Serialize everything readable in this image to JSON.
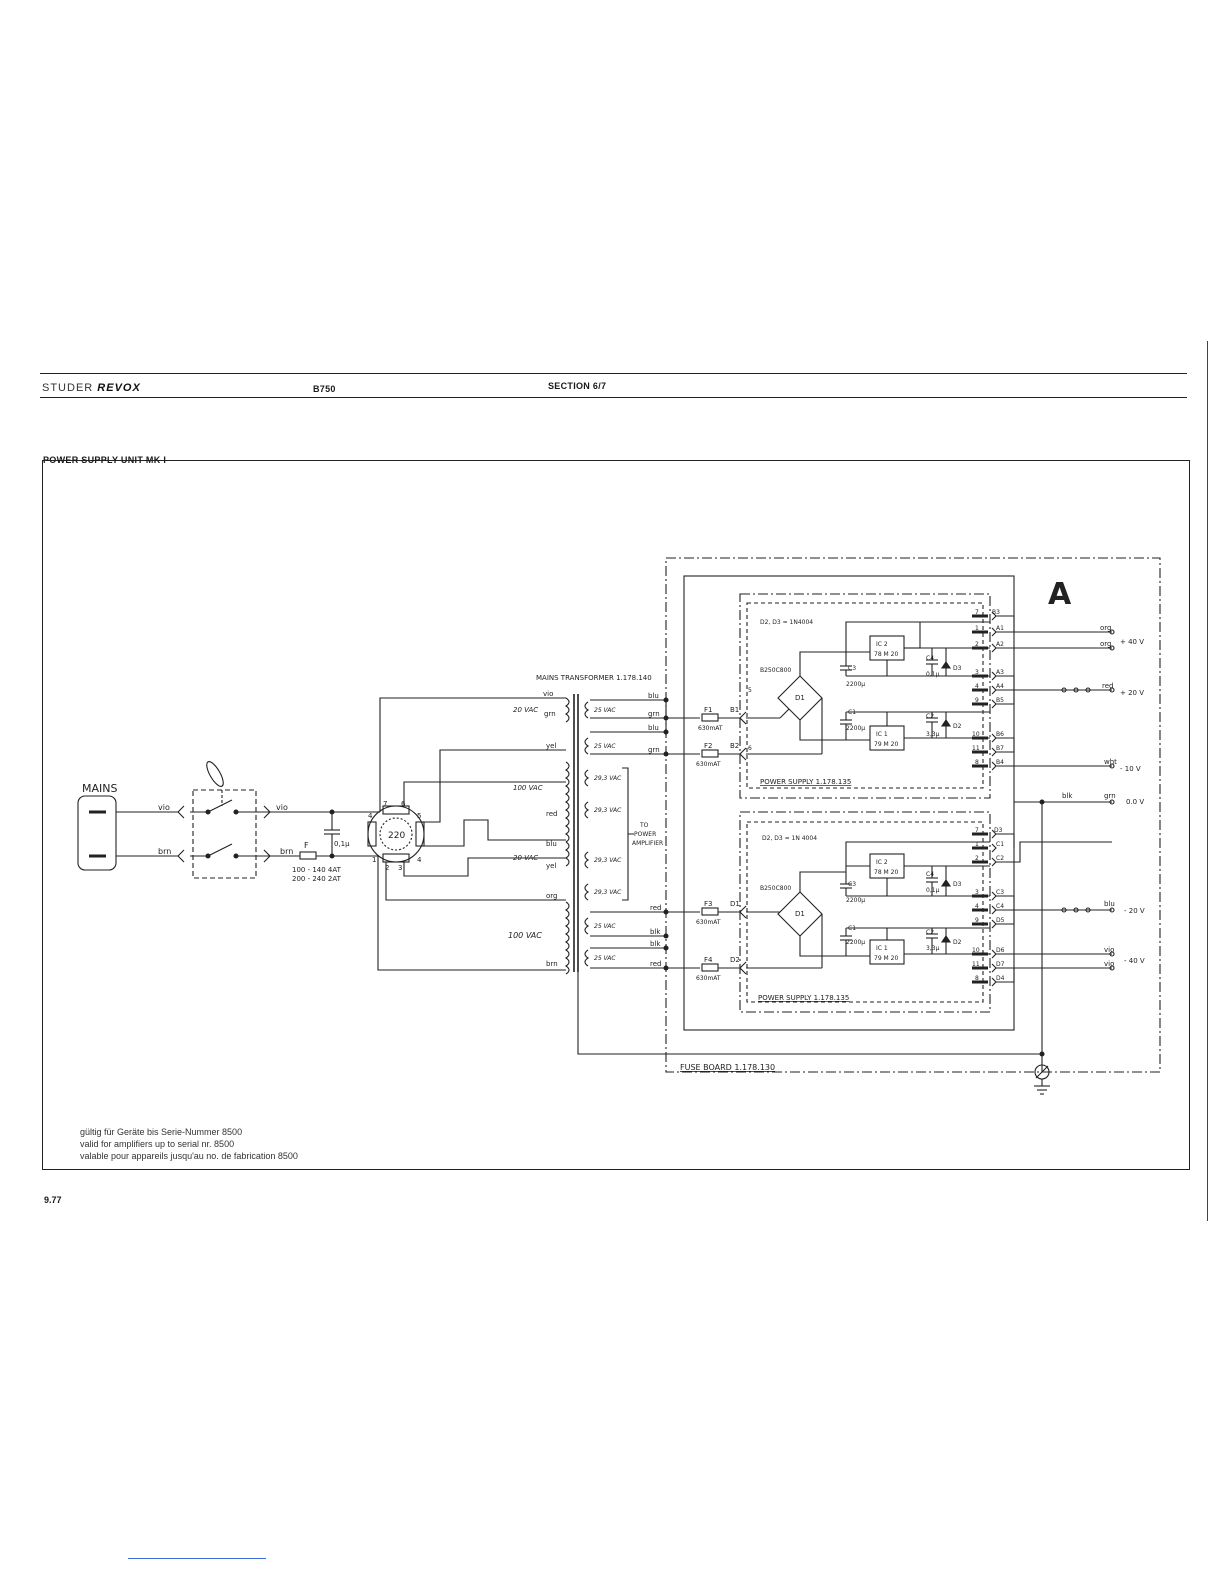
{
  "header": {
    "brand_studer": "STUDER",
    "brand_revox": "REVOX",
    "model": "B750",
    "section": "SECTION 6/7"
  },
  "figure_title": "POWER SUPPLY UNIT MK I",
  "page_number": "9.77",
  "validity_note": [
    "gültig für Geräte bis Serie-Nummer 8500",
    "valid for amplifiers up to serial nr. 8500",
    "valable pour appareils jusqu'au no. de fabrication 8500"
  ],
  "schematic": {
    "board_letter": "A",
    "mains_label": "MAINS",
    "wire": {
      "vio": "vio",
      "brn": "brn",
      "grn": "grn",
      "blu": "blu",
      "yel": "yel",
      "red": "red",
      "org": "org",
      "blk": "blk",
      "wht": "wht"
    },
    "fuse_label": "F",
    "fuse_rating_1": "100 - 140   4AT",
    "fuse_rating_2": "200 - 240   2AT",
    "cap_mains": "0,1µ",
    "voltage_selector": "220",
    "selector_pins": [
      "7",
      "6",
      "4",
      "5",
      "1",
      "2",
      "3",
      "4"
    ],
    "transformer_label": "MAINS TRANSFORMER 1.178.140",
    "primary_windings": [
      "20 VAC",
      "100 VAC",
      "20 VAC",
      "100 VAC"
    ],
    "secondary_windings": [
      "25 VAC",
      "25 VAC",
      "29,3 VAC",
      "29,3 VAC",
      "29,3 VAC",
      "29,3 VAC",
      "25 VAC",
      "25 VAC"
    ],
    "to_power_amplifier": [
      "TO",
      "POWER",
      "AMPLIFIER"
    ],
    "fuses": [
      {
        "name": "F1",
        "rating": "630mAT",
        "out": "B1"
      },
      {
        "name": "F2",
        "rating": "630mAT",
        "out": "B2"
      },
      {
        "name": "F3",
        "rating": "630mAT",
        "out": "D1"
      },
      {
        "name": "F4",
        "rating": "630mAT",
        "out": "D2"
      }
    ],
    "fuse_board_label": "FUSE BOARD 1.178.130",
    "upper_supply": {
      "diodes_note": "D2, D3 = 1N4004",
      "bridge": "B250C800",
      "bridge_name": "D1",
      "c3": "C3",
      "c3_value": "2200µ",
      "c1": "C1",
      "c1_value": "2200µ",
      "c4": "C4",
      "c4_value": "0,1µ",
      "c2": "C2",
      "c2_value": "3,3µ",
      "d3": "D3",
      "d2": "D2",
      "ic2": [
        "IC 2",
        "78 M 20"
      ],
      "ic1": [
        "IC 1",
        "79 M 20"
      ],
      "label": "POWER SUPPLY 1.178.135",
      "input_pins": [
        "5",
        "6"
      ],
      "terminals": [
        {
          "pin": "7",
          "conn": "B3"
        },
        {
          "pin": "1",
          "conn": "A1"
        },
        {
          "pin": "2",
          "conn": "A2"
        },
        {
          "pin": "3",
          "conn": "A3"
        },
        {
          "pin": "4",
          "conn": "A4"
        },
        {
          "pin": "9",
          "conn": "B5"
        },
        {
          "pin": "10",
          "conn": "B6"
        },
        {
          "pin": "11",
          "conn": "B7"
        },
        {
          "pin": "8",
          "conn": "B4"
        }
      ]
    },
    "lower_supply": {
      "diodes_note": "D2, D3 = 1N 4004",
      "bridge": "B250C800",
      "bridge_name": "D1",
      "c3": "C3",
      "c3_value": "2200µ",
      "c1": "C1",
      "c1_value": "2200µ",
      "c4": "C4",
      "c4_value": "0,1µ",
      "c2": "C2",
      "c2_value": "3,3µ",
      "d3": "D3",
      "d2": "D2",
      "ic2": [
        "IC 2",
        "78 M 20"
      ],
      "ic1": [
        "IC 1",
        "79 M 20"
      ],
      "label": "POWER SUPPLY 1.178.135",
      "terminals": [
        {
          "pin": "7",
          "conn": "D3"
        },
        {
          "pin": "1",
          "conn": "C1"
        },
        {
          "pin": "2",
          "conn": "C2"
        },
        {
          "pin": "3",
          "conn": "C3"
        },
        {
          "pin": "4",
          "conn": "C4"
        },
        {
          "pin": "9",
          "conn": "D5"
        },
        {
          "pin": "10",
          "conn": "D6"
        },
        {
          "pin": "11",
          "conn": "D7"
        },
        {
          "pin": "8",
          "conn": "D4"
        }
      ]
    },
    "outputs": [
      {
        "wire": "org",
        "voltage": ""
      },
      {
        "wire": "org",
        "voltage": "+ 40 V"
      },
      {
        "wire": "red",
        "voltage": "+ 20 V"
      },
      {
        "wire": "wht",
        "voltage": "- 10 V"
      },
      {
        "wire": "grn",
        "voltage": "0.0 V"
      },
      {
        "wire": "blu",
        "voltage": "- 20 V"
      },
      {
        "wire": "vio",
        "voltage": ""
      },
      {
        "wire": "vio",
        "voltage": "- 40 V"
      }
    ],
    "ground_wire": "blk"
  }
}
